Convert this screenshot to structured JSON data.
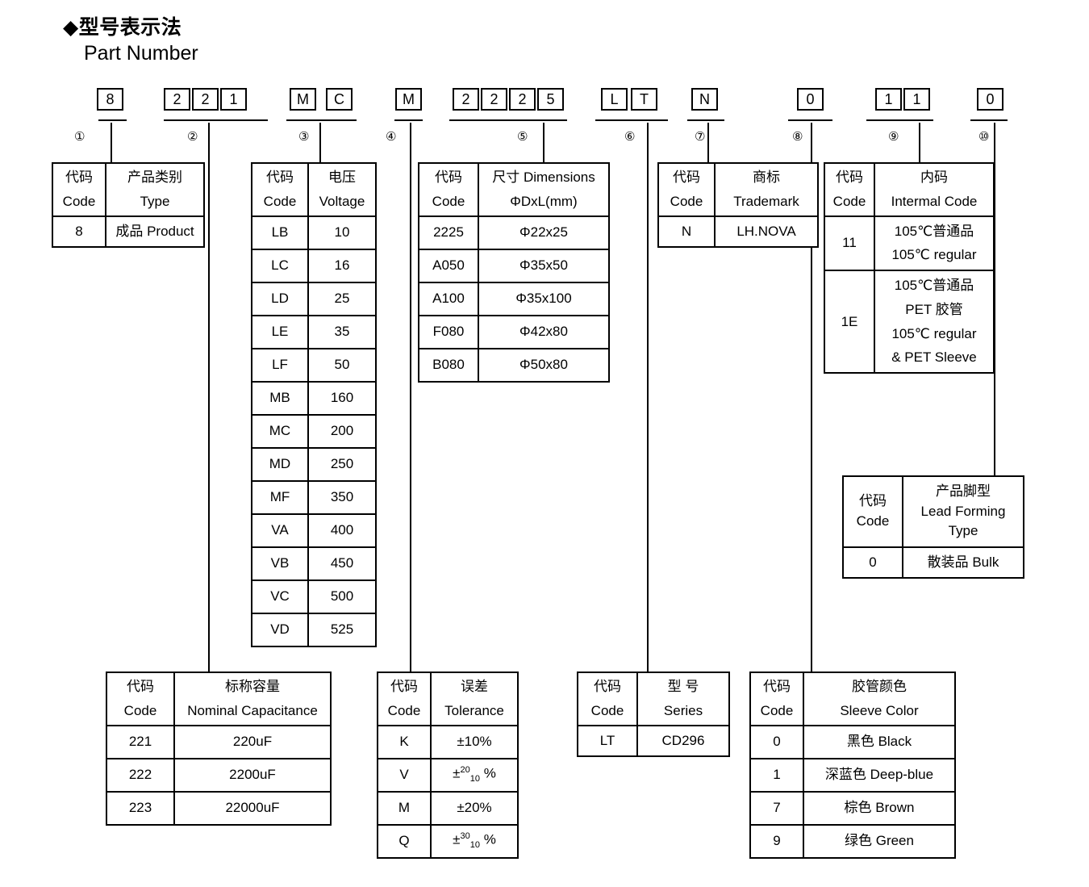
{
  "heading": {
    "bullet": "◆",
    "cn": "型号表示法",
    "en": "Part Number"
  },
  "part_number": {
    "groups": [
      {
        "index": "①",
        "chars": [
          "8"
        ]
      },
      {
        "index": "②",
        "chars": [
          "2",
          "2",
          "1"
        ]
      },
      {
        "index": "③",
        "chars": [
          "M",
          "C"
        ]
      },
      {
        "index": "④",
        "chars": [
          "M"
        ]
      },
      {
        "index": "⑤",
        "chars": [
          "2",
          "2",
          "2",
          "5"
        ]
      },
      {
        "index": "⑥",
        "chars": [
          "L",
          "T"
        ]
      },
      {
        "index": "⑦",
        "chars": [
          "N"
        ]
      },
      {
        "index": "⑧",
        "chars": [
          "0"
        ]
      },
      {
        "index": "⑨",
        "chars": [
          "1",
          "1"
        ]
      },
      {
        "index": "⑩",
        "chars": [
          "0"
        ]
      }
    ]
  },
  "tables": {
    "type": {
      "header_code_cn": "代码",
      "header_code_en": "Code",
      "header_value_cn": "产品类别",
      "header_value_en": "Type",
      "rows": [
        {
          "code": "8",
          "value": "成品 Product"
        }
      ]
    },
    "voltage": {
      "header_code_cn": "代码",
      "header_code_en": "Code",
      "header_value_cn": "电压",
      "header_value_en": "Voltage",
      "rows": [
        {
          "code": "LB",
          "value": "10"
        },
        {
          "code": "LC",
          "value": "16"
        },
        {
          "code": "LD",
          "value": "25"
        },
        {
          "code": "LE",
          "value": "35"
        },
        {
          "code": "LF",
          "value": "50"
        },
        {
          "code": "MB",
          "value": "160"
        },
        {
          "code": "MC",
          "value": "200"
        },
        {
          "code": "MD",
          "value": "250"
        },
        {
          "code": "MF",
          "value": "350"
        },
        {
          "code": "VA",
          "value": "400"
        },
        {
          "code": "VB",
          "value": "450"
        },
        {
          "code": "VC",
          "value": "500"
        },
        {
          "code": "VD",
          "value": "525"
        }
      ]
    },
    "dimensions": {
      "header_code_cn": "代码",
      "header_code_en": "Code",
      "header_value_cn": "尺寸 Dimensions",
      "header_value_en": "ΦDxL(mm)",
      "rows": [
        {
          "code": "2225",
          "value": "Φ22x25"
        },
        {
          "code": "A050",
          "value": "Φ35x50"
        },
        {
          "code": "A100",
          "value": "Φ35x100"
        },
        {
          "code": "F080",
          "value": "Φ42x80"
        },
        {
          "code": "B080",
          "value": "Φ50x80"
        }
      ]
    },
    "trademark": {
      "header_code_cn": "代码",
      "header_code_en": "Code",
      "header_value_cn": "商标",
      "header_value_en": "Trademark",
      "rows": [
        {
          "code": "N",
          "value": "LH.NOVA"
        }
      ]
    },
    "internal_code": {
      "header_code_cn": "代码",
      "header_code_en": "Code",
      "header_value_cn": "内码",
      "header_value_en": "Intermal Code",
      "rows": [
        {
          "code": "11",
          "lines": [
            "105℃普通品",
            "105℃  regular"
          ]
        },
        {
          "code": "1E",
          "lines": [
            "105℃普通品",
            "PET 胶管",
            "105℃  regular",
            "& PET Sleeve"
          ]
        }
      ]
    },
    "lead_forming": {
      "header_code_cn": "代码",
      "header_code_en": "Code",
      "header_value_cn": "产品脚型",
      "header_value_en": "Lead Forming",
      "header_value_en2": "Type",
      "rows": [
        {
          "code": "0",
          "value": "散装品 Bulk"
        }
      ]
    },
    "capacitance": {
      "header_code_cn": "代码",
      "header_code_en": "Code",
      "header_value_cn": "标称容量",
      "header_value_en": "Nominal Capacitance",
      "rows": [
        {
          "code": "221",
          "value": "220uF"
        },
        {
          "code": "222",
          "value": "2200uF"
        },
        {
          "code": "223",
          "value": "22000uF"
        }
      ]
    },
    "tolerance": {
      "header_code_cn": "代码",
      "header_code_en": "Code",
      "header_value_cn": "误差",
      "header_value_en": "Tolerance",
      "rows": [
        {
          "code": "K",
          "value": "±10%",
          "sup": "",
          "sub": ""
        },
        {
          "code": "V",
          "value": "",
          "sign": "±",
          "sup": "20",
          "sub": "10",
          "unit": "%"
        },
        {
          "code": "M",
          "value": "±20%",
          "sup": "",
          "sub": ""
        },
        {
          "code": "Q",
          "value": "",
          "sign": "±",
          "sup": "30",
          "sub": "10",
          "unit": "%"
        }
      ]
    },
    "series": {
      "header_code_cn": "代码",
      "header_code_en": "Code",
      "header_value_cn": "型 号",
      "header_value_en": "Series",
      "rows": [
        {
          "code": "LT",
          "value": "CD296"
        }
      ]
    },
    "sleeve_color": {
      "header_code_cn": "代码",
      "header_code_en": "Code",
      "header_value_cn": "胶管颜色",
      "header_value_en": "Sleeve Color",
      "rows": [
        {
          "code": "0",
          "value": "黑色 Black"
        },
        {
          "code": "1",
          "value": "深蓝色 Deep-blue"
        },
        {
          "code": "7",
          "value": "棕色 Brown"
        },
        {
          "code": "9",
          "value": "绿色 Green"
        }
      ]
    }
  }
}
